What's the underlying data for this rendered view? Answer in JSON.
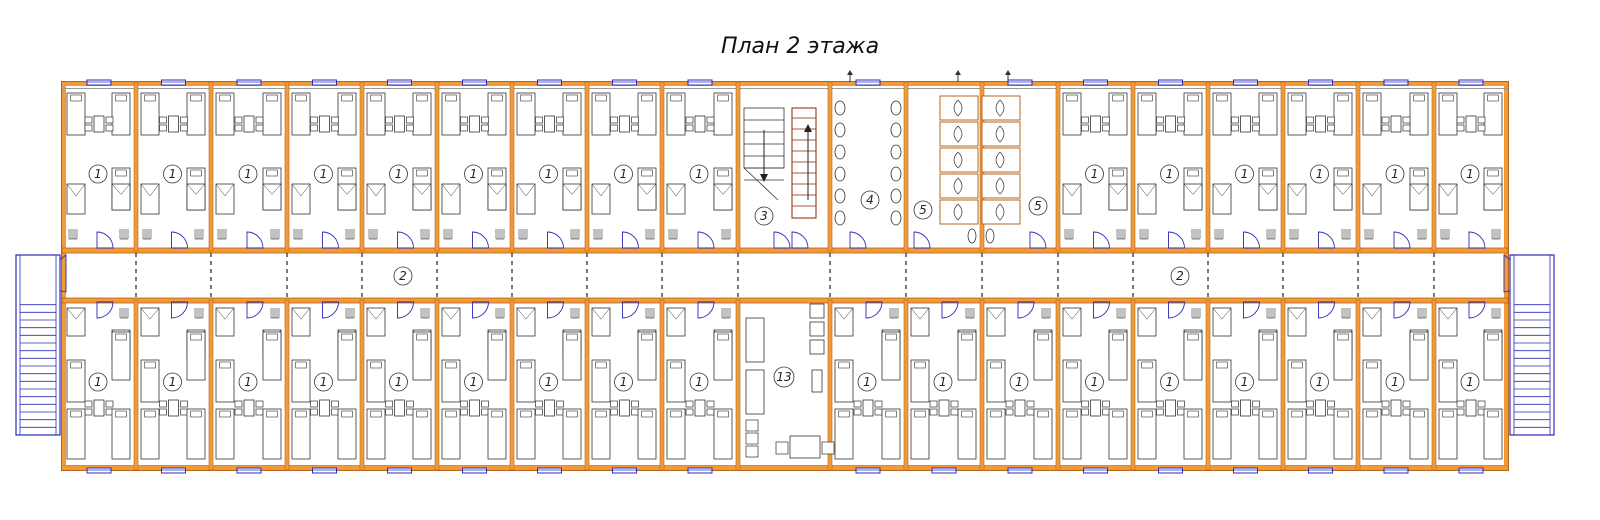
{
  "title": "План 2 этажа",
  "room_labels": {
    "living_room": "1",
    "corridor": "2",
    "stairwell": "3",
    "washroom": "4",
    "toilet": "5",
    "lounge": "13"
  },
  "colors": {
    "wall": "#f29a3a",
    "wall_dark": "#b5651d",
    "window": "#2b2bb8",
    "stair": "#2b2bb8",
    "stair_flight": "#8b2500",
    "line": "#333333"
  },
  "icons": [
    "bed-icon",
    "desk-icon",
    "chair-icon",
    "wardrobe-icon",
    "radiator-icon",
    "door-icon",
    "sink-icon",
    "toilet-icon",
    "sofa-icon",
    "staircase-icon",
    "window-icon"
  ]
}
